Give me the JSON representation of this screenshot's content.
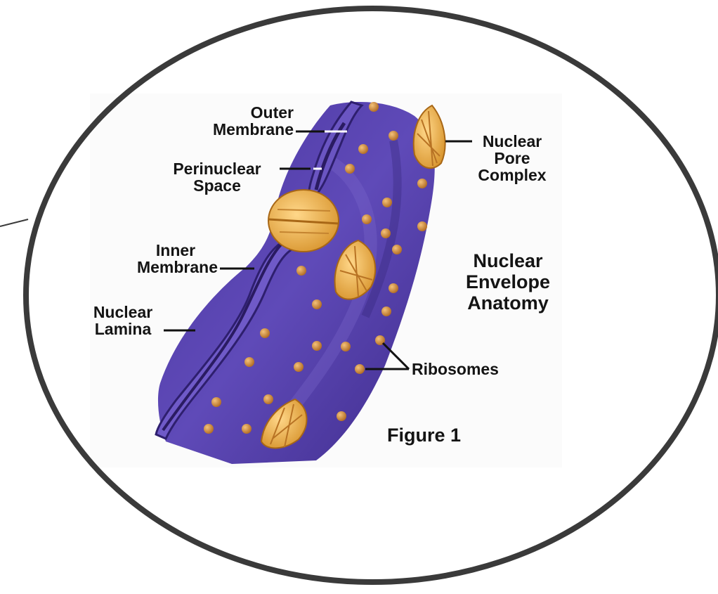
{
  "colors": {
    "membrane": "#5a44b2",
    "membrane_light": "#8a78d6",
    "membrane_dark": "#34246f",
    "pore": "#f0b449",
    "ribosome": "#d6923a",
    "frame": "#3a3a3a"
  },
  "labels": {
    "outer_membrane": [
      "Outer",
      "Membrane"
    ],
    "perinuclear_space": [
      "Perinuclear",
      "Space"
    ],
    "inner_membrane": [
      "Inner",
      "Membrane"
    ],
    "nuclear_lamina": [
      "Nuclear",
      "Lamina"
    ],
    "nuclear_pore_complex": [
      "Nuclear",
      "Pore",
      "Complex"
    ],
    "ribosomes": "Ribosomes"
  },
  "title": [
    "Nuclear",
    "Envelope",
    "Anatomy"
  ],
  "figure_caption": "Figure 1"
}
